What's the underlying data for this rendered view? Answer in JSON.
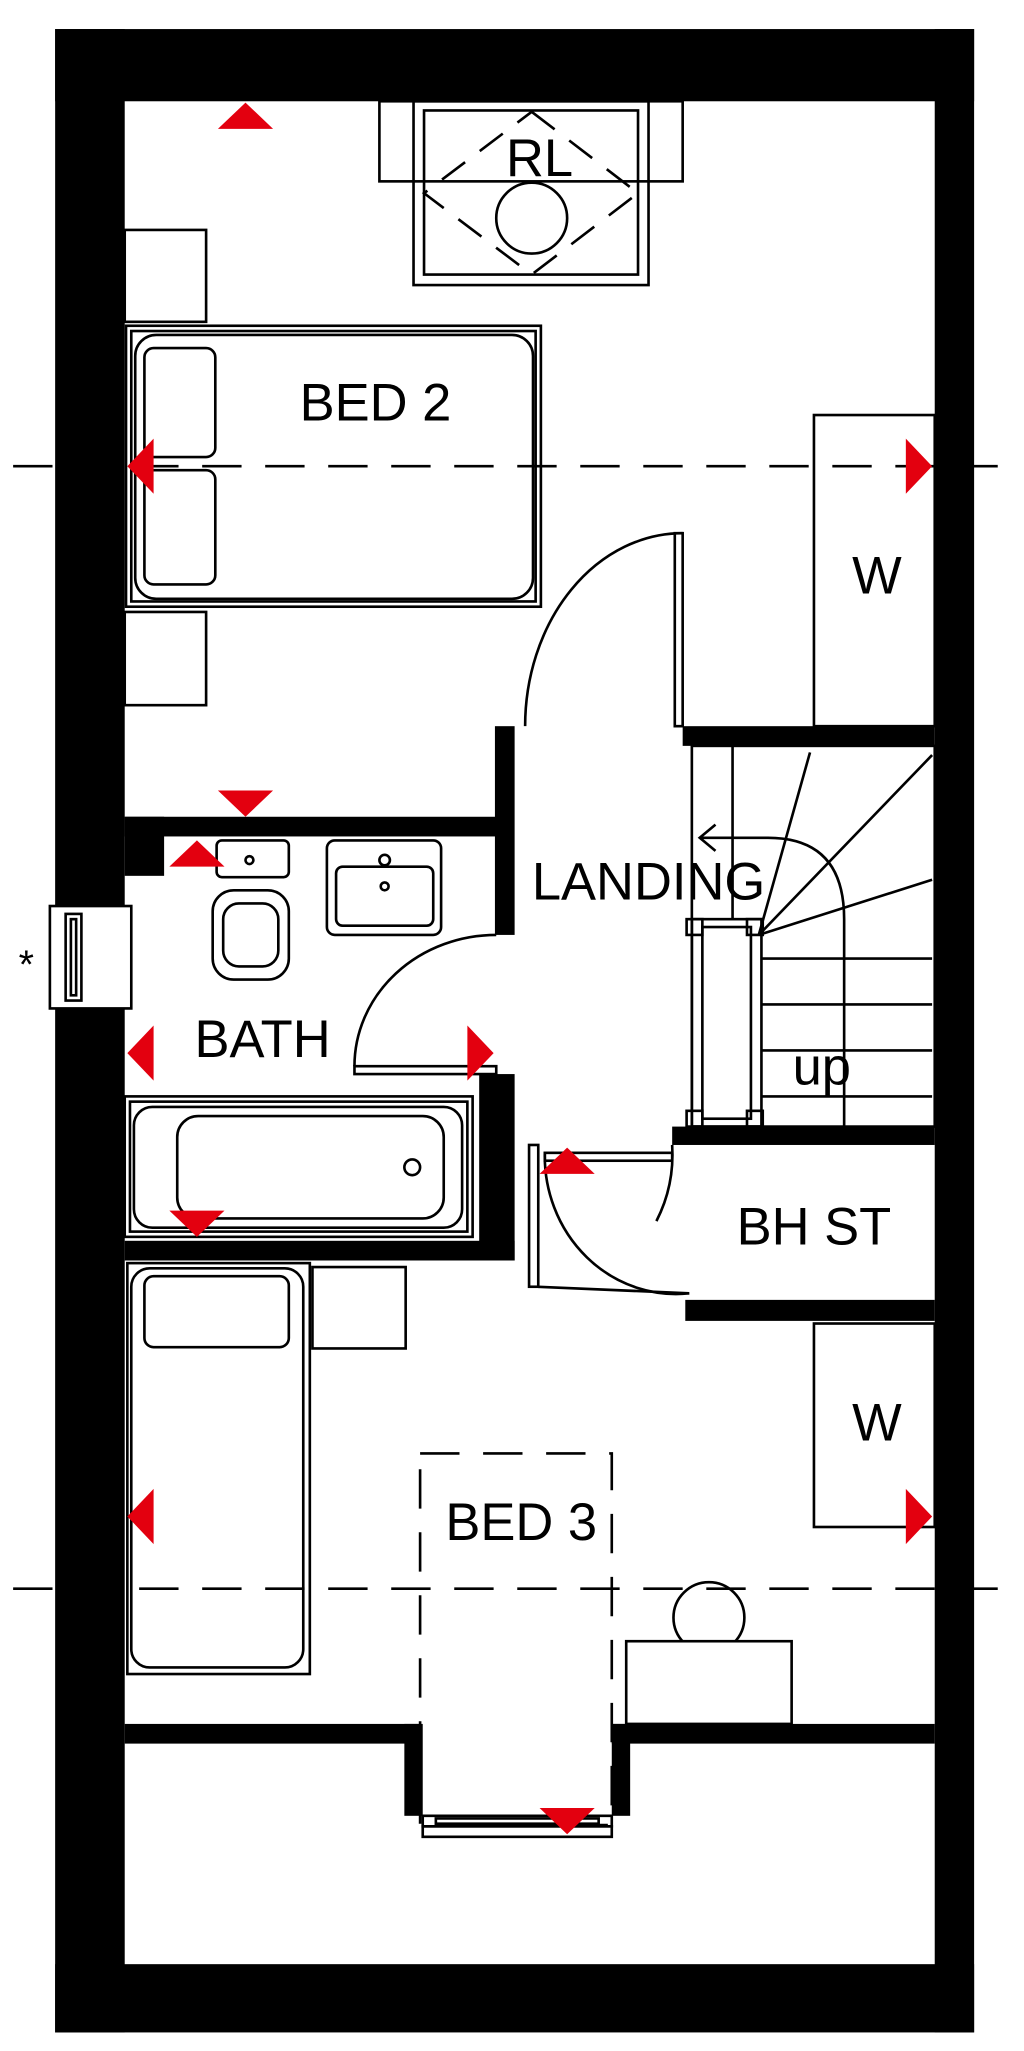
{
  "plan": {
    "rooms": {
      "bed2": "BED 2",
      "landing": "LANDING",
      "bath": "BATH",
      "bed3": "BED 3",
      "bh_st": "BH ST",
      "wardrobe_top": "W",
      "wardrobe_bottom": "W",
      "roof_light": "RL",
      "stairs": "up"
    },
    "window_note": "*",
    "colors": {
      "wall": "#000000",
      "marker": "#e3000f"
    },
    "markers": [
      {
        "room": "bed2",
        "dir": "up"
      },
      {
        "room": "bed2",
        "dir": "down"
      },
      {
        "room": "bath",
        "dir": "up"
      },
      {
        "room": "bed2",
        "dir": "left"
      },
      {
        "room": "bed2",
        "dir": "right"
      },
      {
        "room": "bath",
        "dir": "left"
      },
      {
        "room": "bath",
        "dir": "right"
      },
      {
        "room": "bath",
        "dir": "down"
      },
      {
        "room": "bed3",
        "dir": "up"
      },
      {
        "room": "bed3",
        "dir": "left"
      },
      {
        "room": "bed3",
        "dir": "right"
      },
      {
        "room": "bed3",
        "dir": "down"
      }
    ]
  }
}
